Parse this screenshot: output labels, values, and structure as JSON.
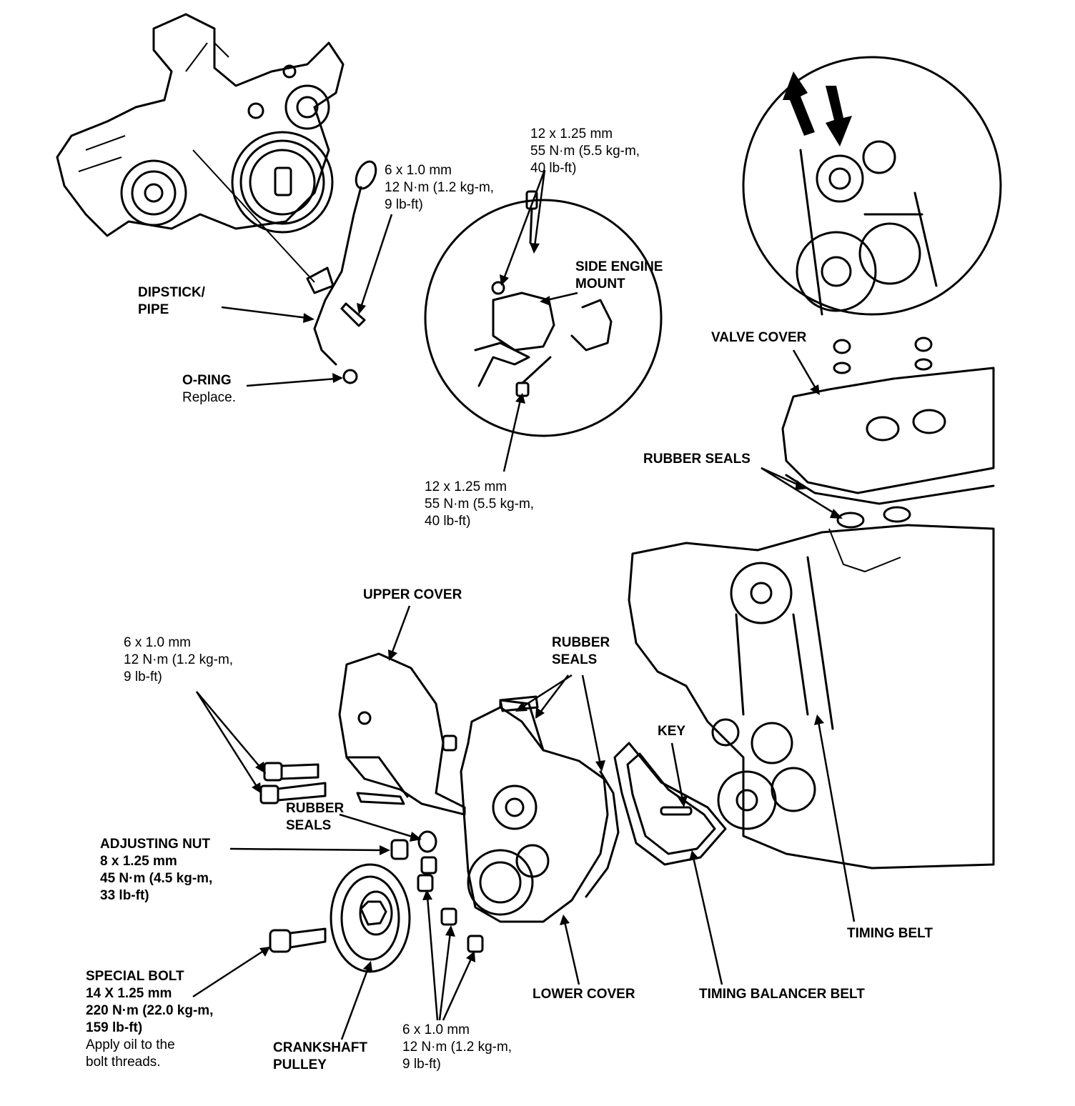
{
  "labels": {
    "dipstick": [
      "DIPSTICK/",
      "PIPE"
    ],
    "oring": {
      "title": "O-RING",
      "note": "Replace."
    },
    "dipstick_bolt": [
      "6 x 1.0 mm",
      "12 N·m (1.2 kg-m,",
      "9 lb-ft)"
    ],
    "mount_top_bolt": [
      "12 x 1.25 mm",
      "55 N·m (5.5 kg-m,",
      "40 lb-ft)"
    ],
    "side_engine_mount": [
      "SIDE ENGINE",
      "MOUNT"
    ],
    "mount_bottom_bolt": [
      "12 x 1.25 mm",
      "55 N·m (5.5 kg-m,",
      "40 lb-ft)"
    ],
    "valve_cover": "VALVE COVER",
    "rubber_seals_top": "RUBBER SEALS",
    "upper_cover": "UPPER COVER",
    "upper_cover_bolts": [
      "6 x 1.0 mm",
      "12 N·m (1.2 kg-m,",
      "9 lb-ft)"
    ],
    "rubber_seals_mid": [
      "RUBBER",
      "SEALS"
    ],
    "rubber_seals_left": [
      "RUBBER",
      "SEALS"
    ],
    "key": "KEY",
    "adjusting_nut": [
      "ADJUSTING NUT",
      "8 x 1.25 mm",
      "45 N·m (4.5 kg-m,",
      "33 lb-ft)"
    ],
    "special_bolt": {
      "lines": [
        "SPECIAL BOLT",
        "14 X 1.25 mm",
        "220 N·m (22.0 kg-m,",
        "159 lb-ft)"
      ],
      "notes": [
        "Apply oil to the",
        "bolt threads."
      ]
    },
    "crankshaft_pulley": [
      "CRANKSHAFT",
      "PULLEY"
    ],
    "lower_cover_bolts": [
      "6 x 1.0 mm",
      "12 N·m (1.2 kg-m,",
      "9 lb-ft)"
    ],
    "lower_cover": "LOWER COVER",
    "timing_belt": "TIMING BELT",
    "timing_balancer_belt": "TIMING BALANCER BELT"
  }
}
